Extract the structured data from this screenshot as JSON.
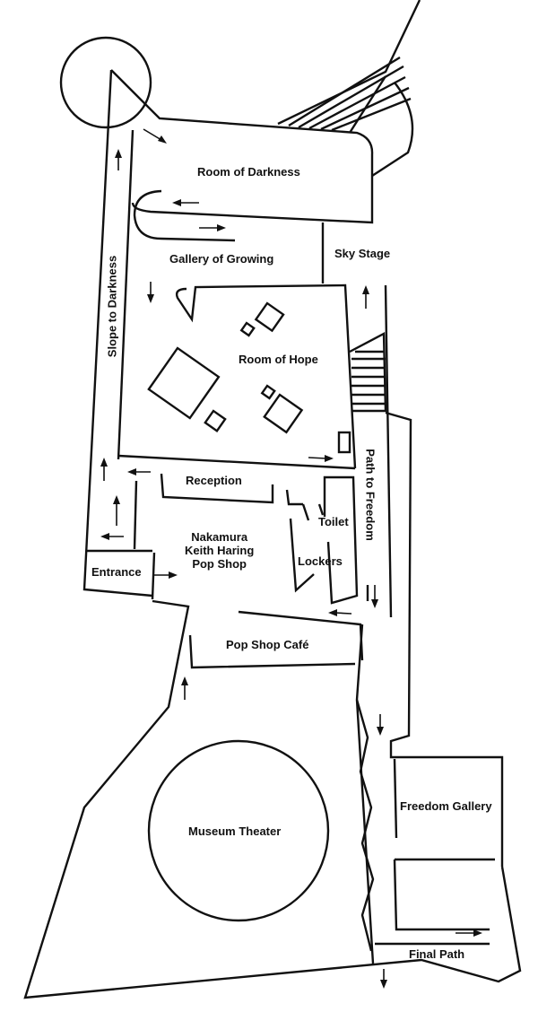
{
  "colors": {
    "line": "#111111",
    "background": "#ffffff"
  },
  "labels": {
    "room_of_darkness": "Room of Darkness",
    "gallery_of_growing": "Gallery of Growing",
    "sky_stage": "Sky Stage",
    "room_of_hope": "Room of Hope",
    "slope_to_darkness": "Slope to Darkness",
    "reception": "Reception",
    "toilet": "Toilet",
    "path_to_freedom": "Path to Freedom",
    "pop_shop": "Nakamura\nKeith Haring\nPop Shop",
    "lockers": "Lockers",
    "entrance": "Entrance",
    "pop_shop_cafe": "Pop Shop Café",
    "museum_theater": "Museum Theater",
    "freedom_gallery": "Freedom Gallery",
    "final_path": "Final Path"
  }
}
